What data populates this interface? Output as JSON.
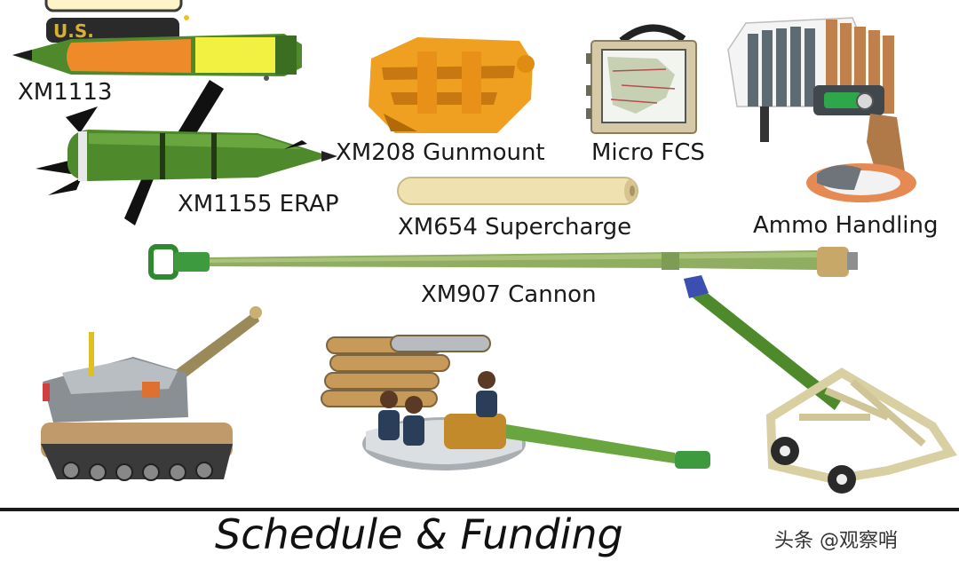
{
  "labels": {
    "xm1113": "XM1113",
    "xm1155": "XM1155 ERAP",
    "xm208": "XM208 Gunmount",
    "micro_fcs": "Micro FCS",
    "ammo_handling": "Ammo Handling",
    "xm654": "XM654 Supercharge",
    "xm907": "XM907 Cannon"
  },
  "footer": {
    "title": "Schedule & Funding",
    "watermark": "头条 @观察哨"
  },
  "colors": {
    "shell_green": "#4e8a2c",
    "cannon_green": "#8fae62",
    "gunmount_orange": "#f0a020",
    "charge_tan": "#f0e2b0",
    "ammo_brown": "#c0804c",
    "tank_grey": "#8a8f94"
  }
}
